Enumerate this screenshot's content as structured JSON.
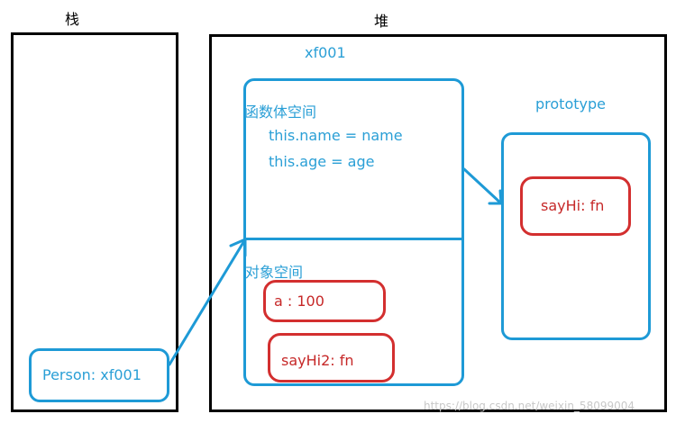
{
  "stack": {
    "title": "栈",
    "ref_label": "Person: xf001"
  },
  "heap": {
    "title": "堆",
    "address": "xf001",
    "function_space": {
      "title": "函数体空间",
      "lines": [
        "this.name = name",
        "this.age = age"
      ]
    },
    "object_space": {
      "title": "对象空间",
      "items": [
        "a : 100",
        "sayHi2: fn"
      ]
    },
    "prototype": {
      "title": "prototype",
      "items": [
        "sayHi: fn"
      ]
    }
  },
  "watermark": "https://blog.csdn.net/weixin_58099004",
  "colors": {
    "blue": "#1e9ad6",
    "red": "#d32f2f",
    "black": "#000000"
  }
}
